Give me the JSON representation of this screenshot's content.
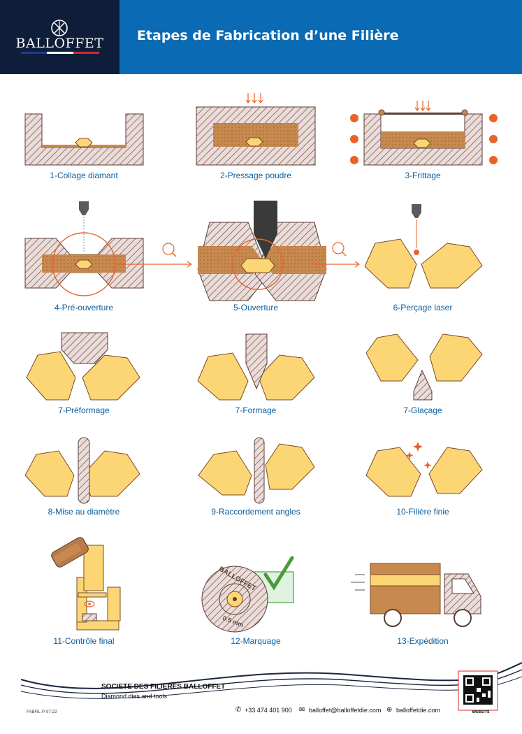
{
  "header": {
    "logo_text": "BALLOFFET",
    "title": "Etapes de Fabrication d’une Filière",
    "flag_colors": [
      "#1f3a8f",
      "#ffffff",
      "#d7282f"
    ]
  },
  "steps": [
    {
      "label": "1-Collage diamant"
    },
    {
      "label": "2-Pressage poudre"
    },
    {
      "label": "3-Frittage"
    },
    {
      "label": "4-Pré-ouverture"
    },
    {
      "label": "5-Ouverture"
    },
    {
      "label": "6-Perçage laser"
    },
    {
      "label": "7-Préformage"
    },
    {
      "label": "7-Formage"
    },
    {
      "label": "7-Glaçage"
    },
    {
      "label": "8-Mise au diamètre"
    },
    {
      "label": "9-Raccordement angles"
    },
    {
      "label": "10-Filière finie"
    },
    {
      "label": "11-Contrôle final"
    },
    {
      "label": "12-Marquage"
    },
    {
      "label": "13-Expédition"
    }
  ],
  "marking": {
    "brand": "BALLOFFET",
    "size": "0.5 mm"
  },
  "footer": {
    "company": "SOCIETE DES FILIERES BALLOFFET",
    "tagline": "Diamond dies and tools",
    "doc_code": "FABFIL-P-07-22",
    "phone": "+33 474 401 900",
    "email": "balloffet@balloffetdie.com",
    "website": "balloffetdie.com",
    "qr_label": "WEBSITE"
  },
  "colors": {
    "navy": "#0e1e3a",
    "blue": "#0a6ab3",
    "orange": "#e8622a",
    "yellow": "#fcd675",
    "brown": "#c8894e",
    "label": "#0a5d9e"
  }
}
